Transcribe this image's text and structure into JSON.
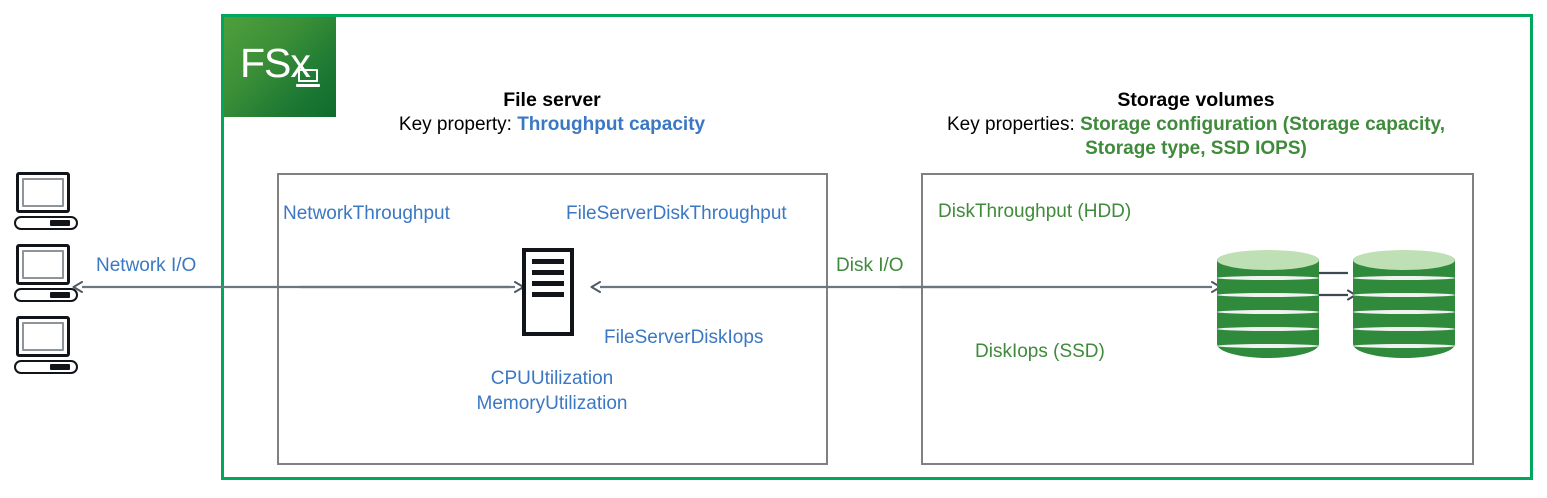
{
  "diagram": {
    "boundary_label": "FSx",
    "border_color": "#00a85d",
    "logo": {
      "text": "FSx",
      "icon": "laptop-icon"
    },
    "clients": {
      "count": 3,
      "icon": "desktop-computer-icon"
    },
    "flows": [
      {
        "name": "network-io",
        "label": "Network I/O",
        "color": "#3b78c3",
        "direction": "bidirectional"
      },
      {
        "name": "disk-io",
        "label": "Disk I/O",
        "color": "#3f8a3b",
        "direction": "bidirectional"
      }
    ],
    "file_server": {
      "title": "File server",
      "key_label": "Key property:",
      "key_value": "Throughput capacity",
      "accent_color": "#3b78c3",
      "icon": "server-icon",
      "metrics": {
        "network_throughput": "NetworkThroughput",
        "file_server_disk_throughput": "FileServerDiskThroughput",
        "file_server_disk_iops": "FileServerDiskIops",
        "cpu_utilization": "CPUUtilization",
        "memory_utilization": "MemoryUtilization"
      }
    },
    "storage_volumes": {
      "title": "Storage volumes",
      "key_label": "Key properties:",
      "key_value": "Storage configuration (Storage capacity, Storage type, SSD IOPS)",
      "accent_color": "#3f8a3b",
      "icon": "disk-stack-icon",
      "metrics": {
        "disk_throughput_hdd": "DiskThroughput (HDD)",
        "disk_iops_ssd": "DiskIops (SSD)"
      }
    }
  }
}
